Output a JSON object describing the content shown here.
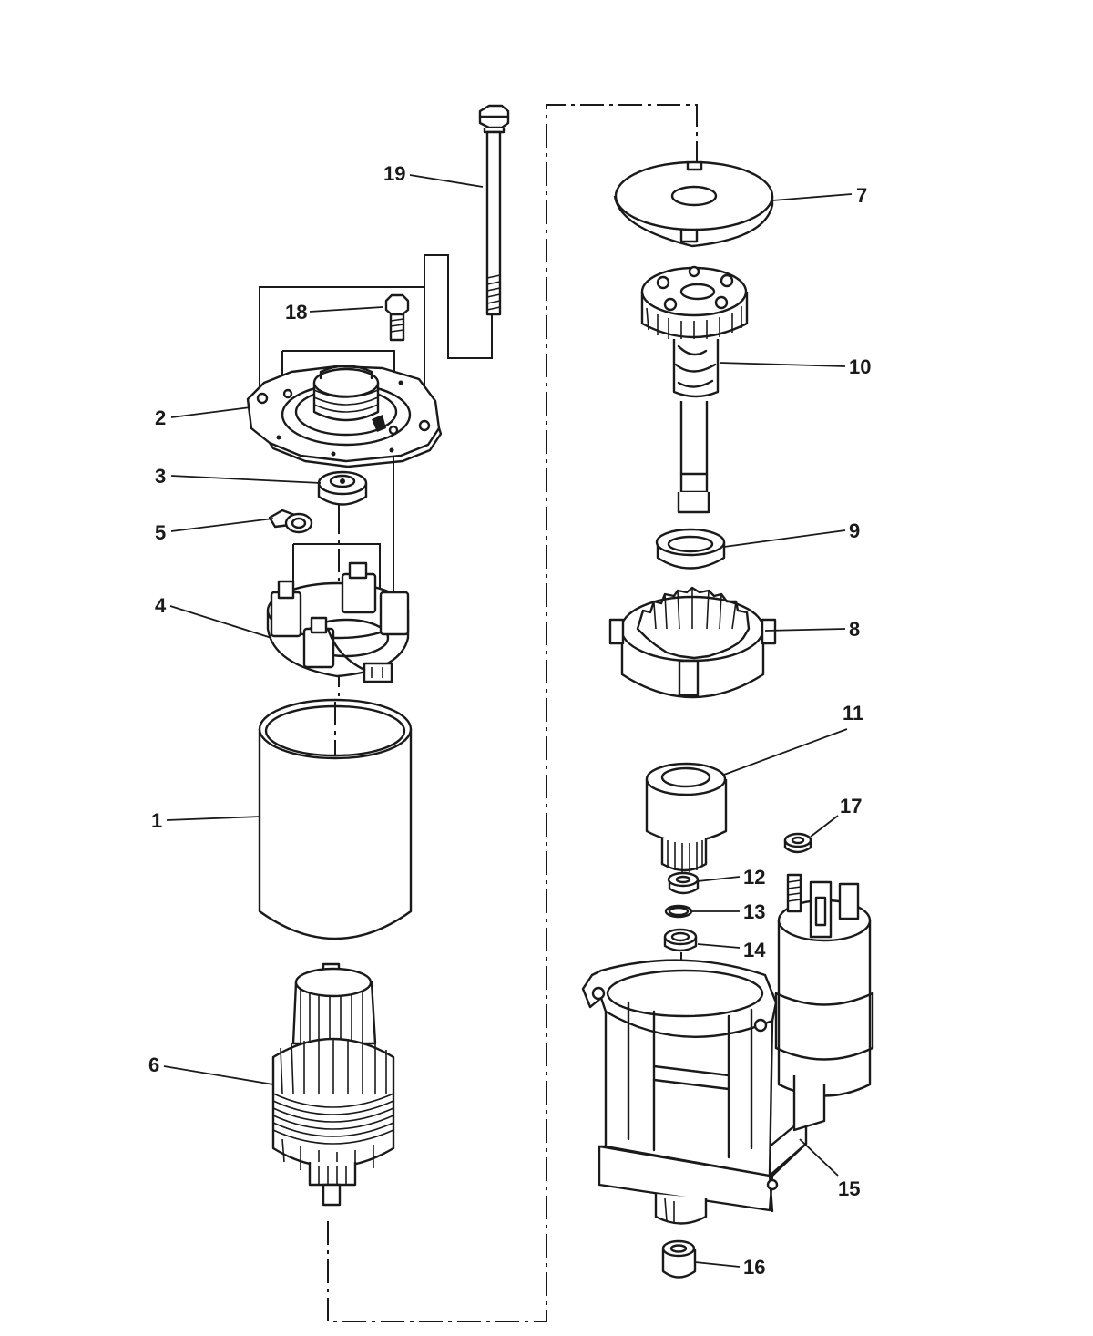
{
  "callouts": [
    {
      "id": "c1",
      "text": "1"
    },
    {
      "id": "c2",
      "text": "2"
    },
    {
      "id": "c3",
      "text": "3"
    },
    {
      "id": "c4",
      "text": "4"
    },
    {
      "id": "c5",
      "text": "5"
    },
    {
      "id": "c6",
      "text": "6"
    },
    {
      "id": "c7",
      "text": "7"
    },
    {
      "id": "c8",
      "text": "8"
    },
    {
      "id": "c9",
      "text": "9"
    },
    {
      "id": "c10",
      "text": "10"
    },
    {
      "id": "c11",
      "text": "11"
    },
    {
      "id": "c12",
      "text": "12"
    },
    {
      "id": "c13",
      "text": "13"
    },
    {
      "id": "c14",
      "text": "14"
    },
    {
      "id": "c15",
      "text": "15"
    },
    {
      "id": "c16",
      "text": "16"
    },
    {
      "id": "c17",
      "text": "17"
    },
    {
      "id": "c18",
      "text": "18"
    },
    {
      "id": "c19",
      "text": "19"
    }
  ],
  "colors": {
    "ink": "#1a1a1a",
    "paper": "#ffffff"
  }
}
